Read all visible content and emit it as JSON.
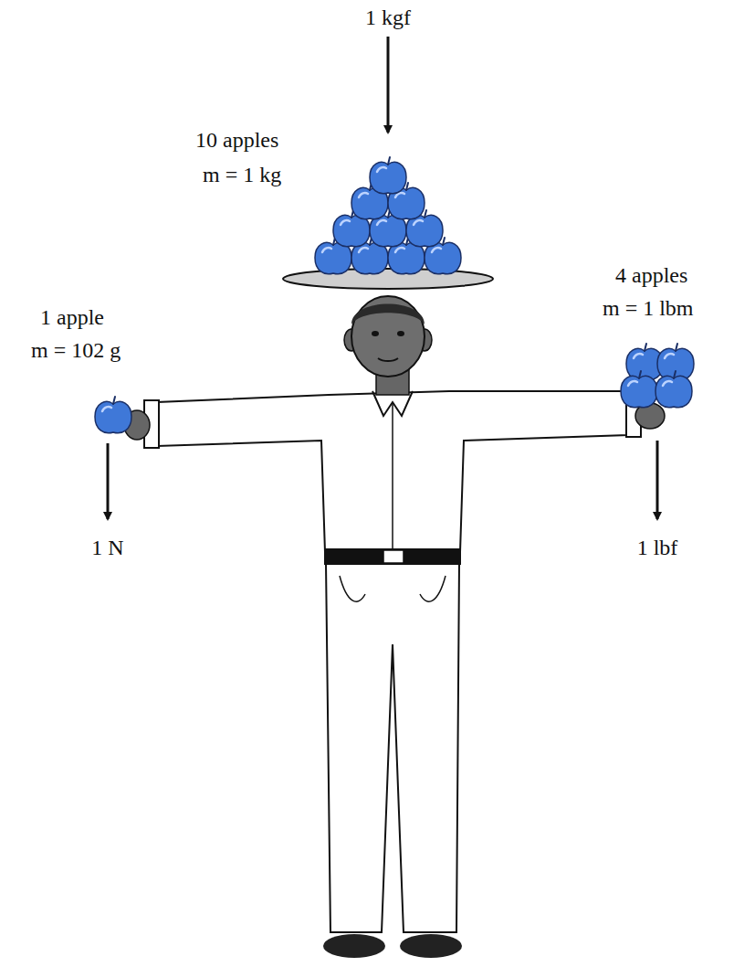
{
  "diagram": {
    "labels": [
      "1 kgf",
      "10 apples",
      "m = 1 kg",
      "1 apple",
      "m = 102 g",
      "4 apples",
      "m = 1 lbm",
      "1 N",
      "1 lbf"
    ]
  }
}
